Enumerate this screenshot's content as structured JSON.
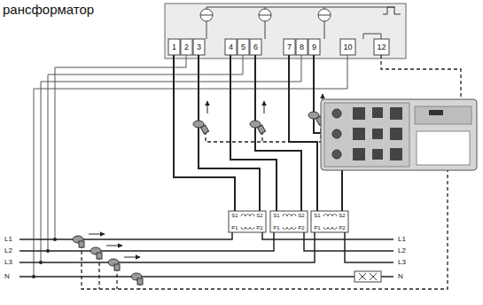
{
  "diagram": {
    "labels": [
      "рансформатор",
      "1",
      "2",
      "3",
      "4",
      "5",
      "6",
      "7",
      "8",
      "9",
      "10",
      "12",
      "S1",
      "S2",
      "P1",
      "P2",
      "S1",
      "S2",
      "P1",
      "P2",
      "S1",
      "S2",
      "P1",
      "P2",
      "L1",
      "L2",
      "L3",
      "N",
      "L1",
      "L2",
      "L3",
      "N"
    ]
  }
}
